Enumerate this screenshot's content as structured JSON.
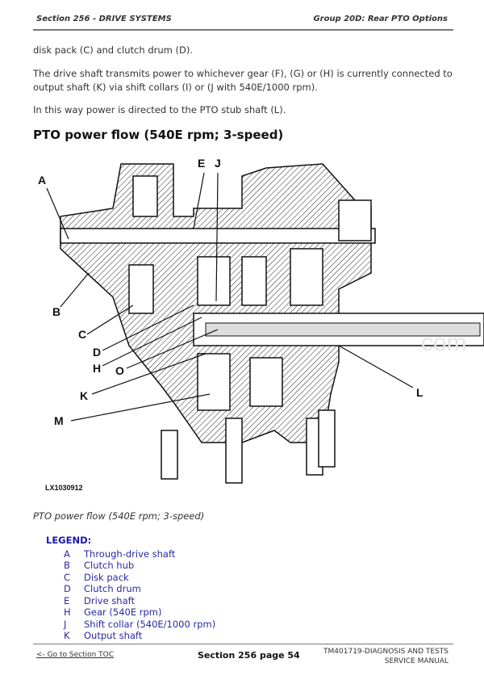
{
  "header": {
    "left": "Section 256 - DRIVE SYSTEMS",
    "right": "Group 20D: Rear PTO Options"
  },
  "body": {
    "p1": "disk pack (C) and clutch drum (D).",
    "p2": "The drive shaft transmits power to whichever gear (F), (G) or (H) is currently connected to output shaft (K) via shift collars (I) or (J with 540E/1000 rpm).",
    "p3": "In this way power is directed to the PTO stub shaft (L)."
  },
  "heading": "PTO power flow (540E rpm; 3-speed)",
  "figure": {
    "id": "LX1030912",
    "callouts": {
      "A": "A",
      "B": "B",
      "C": "C",
      "D": "D",
      "H": "H",
      "O": "O",
      "K": "K",
      "M": "M",
      "E": "E",
      "J": "J",
      "L": "L"
    },
    "watermark": "com"
  },
  "caption": "PTO power flow (540E rpm; 3-speed)",
  "legend": {
    "title": "LEGEND:",
    "items": [
      {
        "key": "A",
        "text": "Through-drive shaft"
      },
      {
        "key": "B",
        "text": "Clutch hub"
      },
      {
        "key": "C",
        "text": "Disk pack"
      },
      {
        "key": "D",
        "text": "Clutch drum"
      },
      {
        "key": "E",
        "text": "Drive shaft"
      },
      {
        "key": "H",
        "text": "Gear (540E rpm)"
      },
      {
        "key": "J",
        "text": "Shift collar (540E/1000 rpm)"
      },
      {
        "key": "K",
        "text": "Output shaft"
      }
    ]
  },
  "footer": {
    "toc_link": "<- Go to Section TOC",
    "page": "Section 256 page 54",
    "manual_line1": "TM401719-DIAGNOSIS AND TESTS",
    "manual_line2": "SERVICE MANUAL"
  }
}
